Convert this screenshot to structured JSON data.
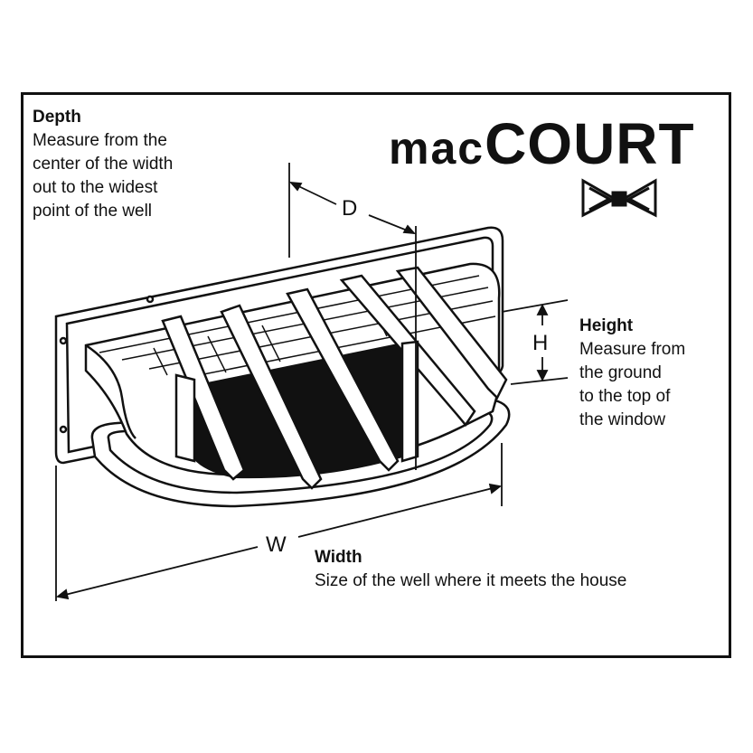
{
  "brand": {
    "prefix": "mac",
    "name": "COURT"
  },
  "depth": {
    "title": "Depth",
    "text": "Measure from the\ncenter of the width\nout to the widest\npoint of the well",
    "symbol": "D"
  },
  "height": {
    "title": "Height",
    "text": "Measure from\nthe ground\nto the top of\nthe window",
    "symbol": "H"
  },
  "width": {
    "title": "Width",
    "text": "Size of the well where it meets the house",
    "symbol": "W"
  },
  "icons": {
    "logo_mark": "bowtie-logo-icon",
    "illustration": "window-well-illustration"
  }
}
